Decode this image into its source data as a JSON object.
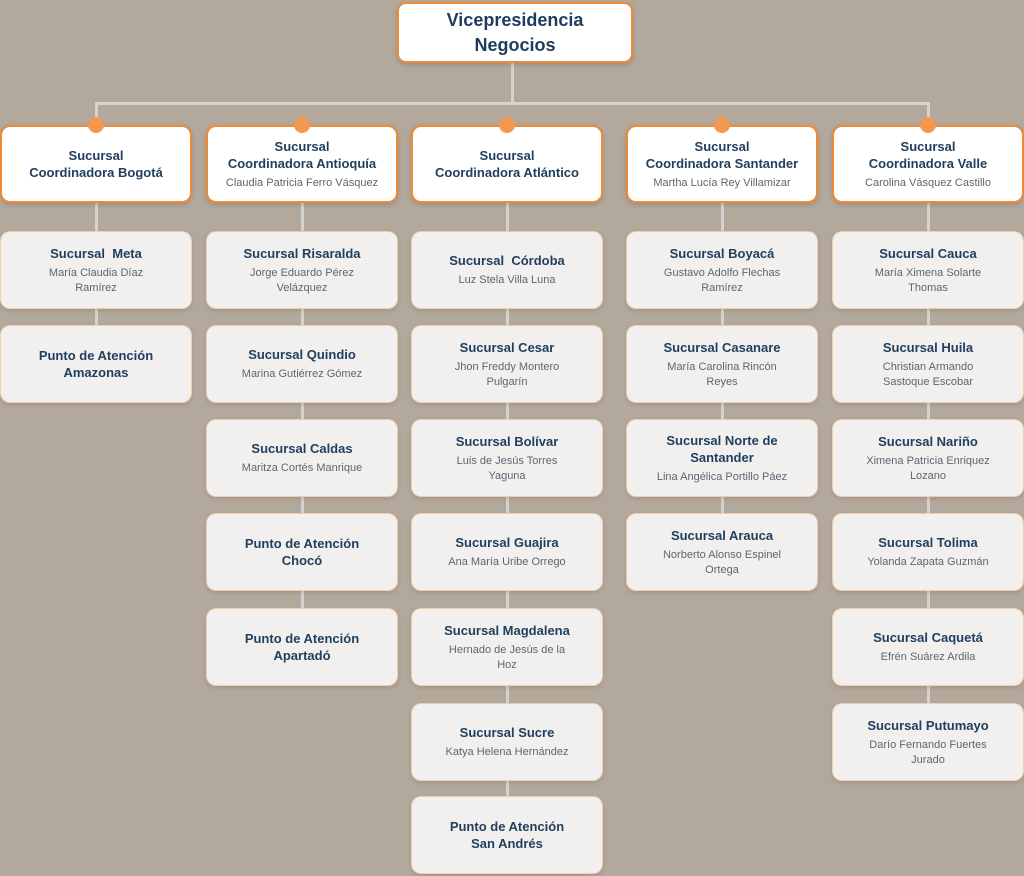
{
  "root": {
    "title": "Vicepresidencia\nNegocios"
  },
  "columns": [
    {
      "id": "bogota",
      "title": "Sucursal\nCoordinadora Bogotá",
      "children": [
        {
          "id": "meta",
          "title": "Sucursal  Meta",
          "name": "María Claudia Díaz\nRamírez"
        },
        {
          "id": "amazonas",
          "title": "Punto de Atención\nAmazonas"
        }
      ]
    },
    {
      "id": "antioquia",
      "title": "Sucursal\nCoordinadora Antioquía",
      "name": "Claudia Patricia Ferro Vásquez",
      "children": [
        {
          "id": "risaralda",
          "title": "Sucursal Risaralda",
          "name": "Jorge Eduardo Pérez\nVelázquez"
        },
        {
          "id": "quindio",
          "title": "Sucursal Quindio",
          "name": "Marina Gutiérrez Gómez"
        },
        {
          "id": "caldas",
          "title": "Sucursal Caldas",
          "name": "Maritza Cortés Manrique"
        },
        {
          "id": "choco",
          "title": "Punto de Atención\nChocó"
        },
        {
          "id": "apartado",
          "title": "Punto de Atención\nApartadó"
        }
      ]
    },
    {
      "id": "atlantico",
      "title": "Sucursal\nCoordinadora Atlántico",
      "children": [
        {
          "id": "cordoba",
          "title": "Sucursal  Córdoba",
          "name": "Luz Stela Villa Luna"
        },
        {
          "id": "cesar",
          "title": "Sucursal Cesar",
          "name": "Jhon Freddy Montero\nPulgarín"
        },
        {
          "id": "bolivar",
          "title": "Sucursal Bolívar",
          "name": "Luis de Jesús Torres\nYaguna"
        },
        {
          "id": "guajira",
          "title": "Sucursal Guajira",
          "name": "Ana María Uribe Orrego"
        },
        {
          "id": "magdalena",
          "title": "Sucursal Magdalena",
          "name": "Hernado de Jesús de la\nHoz"
        },
        {
          "id": "sucre",
          "title": "Sucursal Sucre",
          "name": "Katya Helena Hernández"
        },
        {
          "id": "san-andres",
          "title": "Punto de Atención\nSan Andrés"
        }
      ]
    },
    {
      "id": "santander",
      "title": "Sucursal\nCoordinadora Santander",
      "name": "Martha Lucía Rey Villamizar",
      "children": [
        {
          "id": "boyaca",
          "title": "Sucursal Boyacá",
          "name": "Gustavo Adolfo Flechas\nRamírez"
        },
        {
          "id": "casanare",
          "title": "Sucursal Casanare",
          "name": "María Carolina Rincón\nReyes"
        },
        {
          "id": "norte-de-santander",
          "title": "Sucursal Norte de\nSantander",
          "name": "Lina Angélica Portillo Páez"
        },
        {
          "id": "arauca",
          "title": "Sucursal Arauca",
          "name": "Norberto Alonso Espinel\nOrtega"
        }
      ]
    },
    {
      "id": "valle",
      "title": "Sucursal\nCoordinadora Valle",
      "name": "Carolina Vásquez Castillo",
      "children": [
        {
          "id": "cauca",
          "title": "Sucursal Cauca",
          "name": "María Ximena Solarte\nThomas"
        },
        {
          "id": "huila",
          "title": "Sucursal Huila",
          "name": "Christian Armando\nSastoque Escobar"
        },
        {
          "id": "narino",
          "title": "Sucursal Nariño",
          "name": "Ximena Patricia Enriquez\nLozano"
        },
        {
          "id": "tolima",
          "title": "Sucursal Tolima",
          "name": "Yolanda Zapata Guzmán"
        },
        {
          "id": "caqueta",
          "title": "Sucursal Caquetá",
          "name": "Efrén Suárez Ardila"
        },
        {
          "id": "putumayo",
          "title": "Sucursal Putumayo",
          "name": "Darío Fernando Fuertes\nJurado"
        }
      ]
    }
  ],
  "colors": {
    "background": "#b2a89c",
    "accent_orange_border": "#ef8b33",
    "accent_orange_dot": "#f2994f",
    "header_node_bg": "#ffffff",
    "child_node_bg": "#f1f0ef",
    "connector_gray": "#d5d3d0",
    "title_navy": "#21405f",
    "name_gray": "#5d6571"
  }
}
